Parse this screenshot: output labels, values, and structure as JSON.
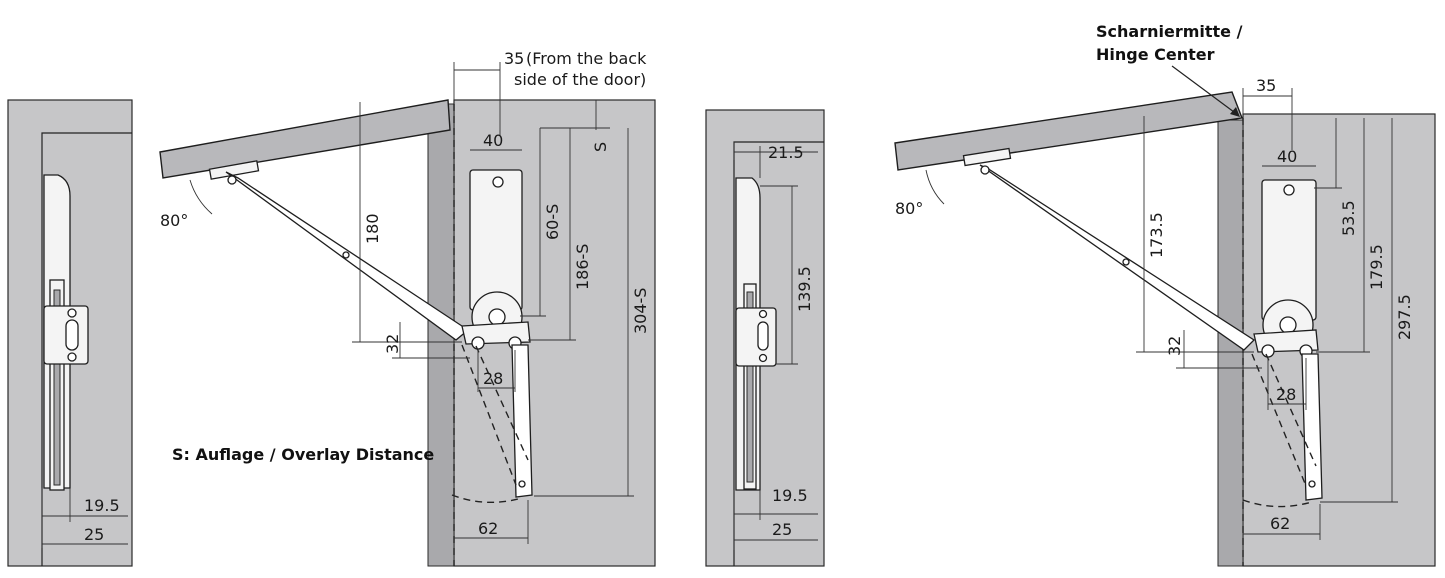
{
  "note_overlay": "S: Auflage / Overlay Distance",
  "note_hinge_center": [
    "Scharniermitte /",
    "Hinge Center"
  ],
  "view_a": {
    "dim_19_5": "19.5",
    "dim_25": "25"
  },
  "view_b": {
    "angle": "80°",
    "dim_35": "35",
    "dim_35_note": [
      "(From the back",
      "side of the door)"
    ],
    "dim_40": "40",
    "dim_s": "S",
    "dim_180": "180",
    "dim_60_s": "60-S",
    "dim_186_s": "186-S",
    "dim_304_s": "304-S",
    "dim_32": "32",
    "dim_28": "28",
    "dim_62": "62"
  },
  "view_c": {
    "dim_21_5": "21.5",
    "dim_139_5": "139.5",
    "dim_19_5": "19.5",
    "dim_25": "25"
  },
  "view_d": {
    "angle": "80°",
    "dim_35": "35",
    "dim_40": "40",
    "dim_173_5": "173.5",
    "dim_53_5": "53.5",
    "dim_179_5": "179.5",
    "dim_297_5": "297.5",
    "dim_32": "32",
    "dim_28": "28",
    "dim_62": "62"
  },
  "colors": {
    "panel": "#c6c6c8",
    "panel_edge": "#a9a9ac",
    "door": "#b8b8bb",
    "metal": "#f4f4f4",
    "line": "#222222"
  }
}
